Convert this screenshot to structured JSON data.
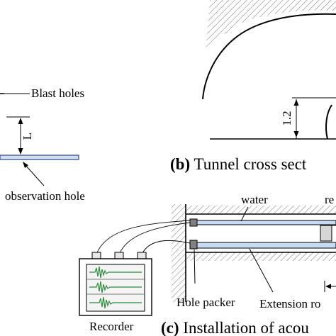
{
  "panel_a": {
    "blast_holes_label": "Blast holes",
    "distance_label": "L",
    "observation_hole_label": "observation hole"
  },
  "panel_b": {
    "dimension_label": "1.2",
    "caption_letter": "(b)",
    "caption_text": " Tunnel cross sect"
  },
  "panel_c": {
    "water_label": "water",
    "partial_label": "re",
    "hole_packer_label": "Hole packer",
    "extension_label": "Extension ro",
    "recorder_label": "Recorder",
    "caption_letter": "(c)",
    "caption_text": " Installation of acou"
  },
  "colors": {
    "observation_hole_fill": "#cfe0f3",
    "water_tube_fill": "#c6dcf3",
    "packer_fill": "#808080",
    "signal_green": "#2e8b3d"
  }
}
